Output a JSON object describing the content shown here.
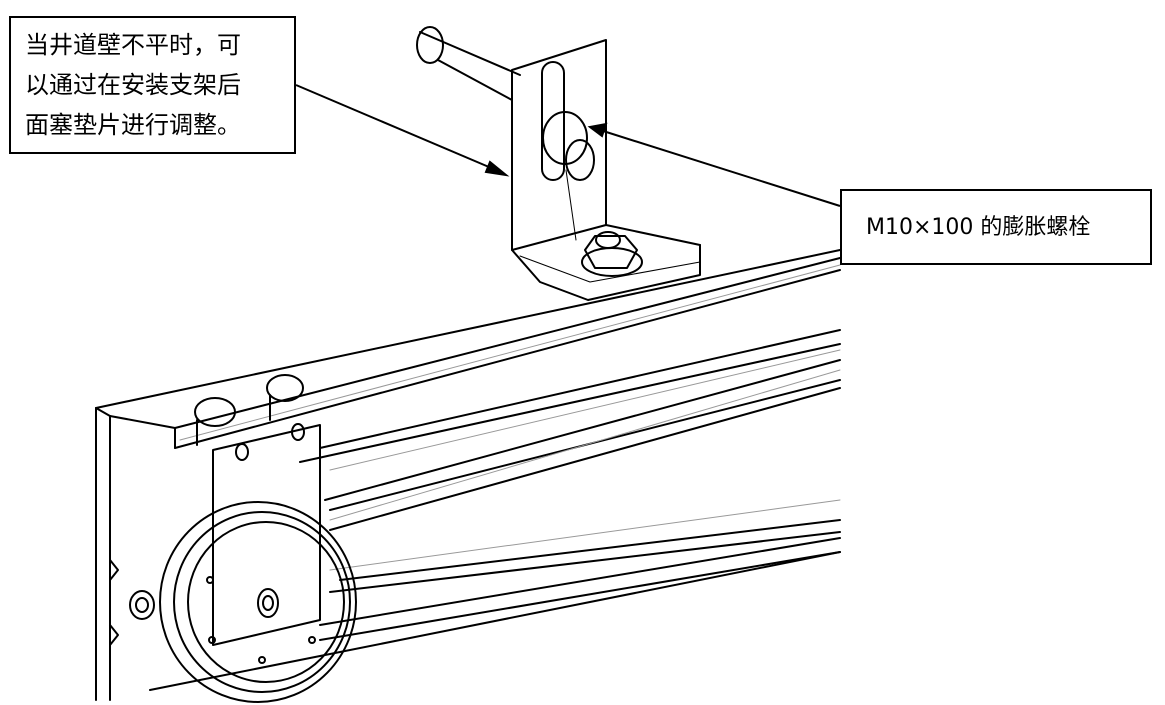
{
  "callouts": {
    "shim_note": {
      "lines": [
        "当井道壁不平时，可",
        "以通过在安装支架后",
        "面塞垫片进行调整。"
      ]
    },
    "bolt_note": {
      "text": "M10×100 的膨胀螺栓"
    }
  }
}
